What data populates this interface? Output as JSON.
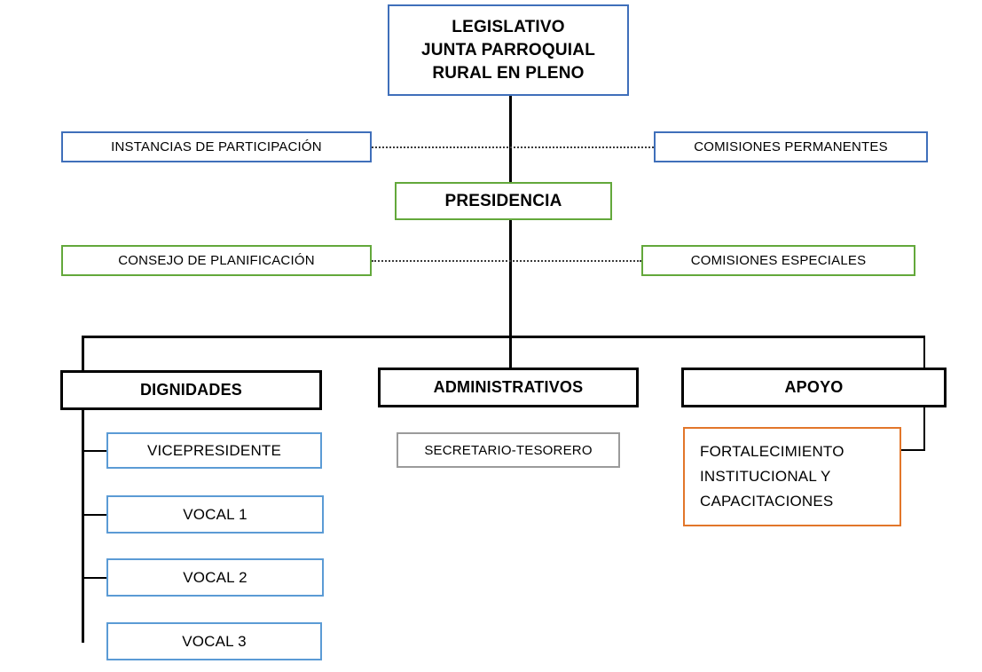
{
  "diagram": {
    "title_top": "LEGISLATIVO\nJUNTA PARROQUIAL\nRURAL EN PLENO",
    "colors": {
      "blue": "#3f6fba",
      "green": "#63a83b",
      "black": "#000000",
      "gray": "#9b9b9b",
      "light_blue": "#5b9bd5",
      "orange": "#e2762a",
      "background": "#ffffff"
    }
  },
  "nodes": {
    "legislativo": {
      "line1": "LEGISLATIVO",
      "line2": "JUNTA PARROQUIAL",
      "line3": "RURAL EN PLENO"
    },
    "instancias_participacion": {
      "label": "INSTANCIAS  DE PARTICIPACIÓN"
    },
    "comisiones_permanentes": {
      "label": "COMISIONES  PERMANENTES"
    },
    "presidencia": {
      "label": "PRESIDENCIA"
    },
    "consejo_planificacion": {
      "label": "CONSEJO DE PLANIFICACIÓN"
    },
    "comisiones_especiales": {
      "label": "COMISIONES  ESPECIALES"
    },
    "dignidades": {
      "label": "DIGNIDADES"
    },
    "administrativos": {
      "label": "ADMINISTRATIVOS"
    },
    "apoyo": {
      "label": "APOYO"
    },
    "secretario_tesorero": {
      "label": "SECRETARIO-TESORERO"
    },
    "fortalecimiento": {
      "line1": "FORTALECIMIENTO",
      "line2": "INSTITUCIONAL   Y",
      "line3": "CAPACITACIONES"
    },
    "vicepresidente": {
      "label": "VICEPRESIDENTE"
    },
    "vocal1": {
      "label": "VOCAL 1"
    },
    "vocal2": {
      "label": "VOCAL 2"
    },
    "vocal3": {
      "label": "VOCAL 3"
    }
  }
}
